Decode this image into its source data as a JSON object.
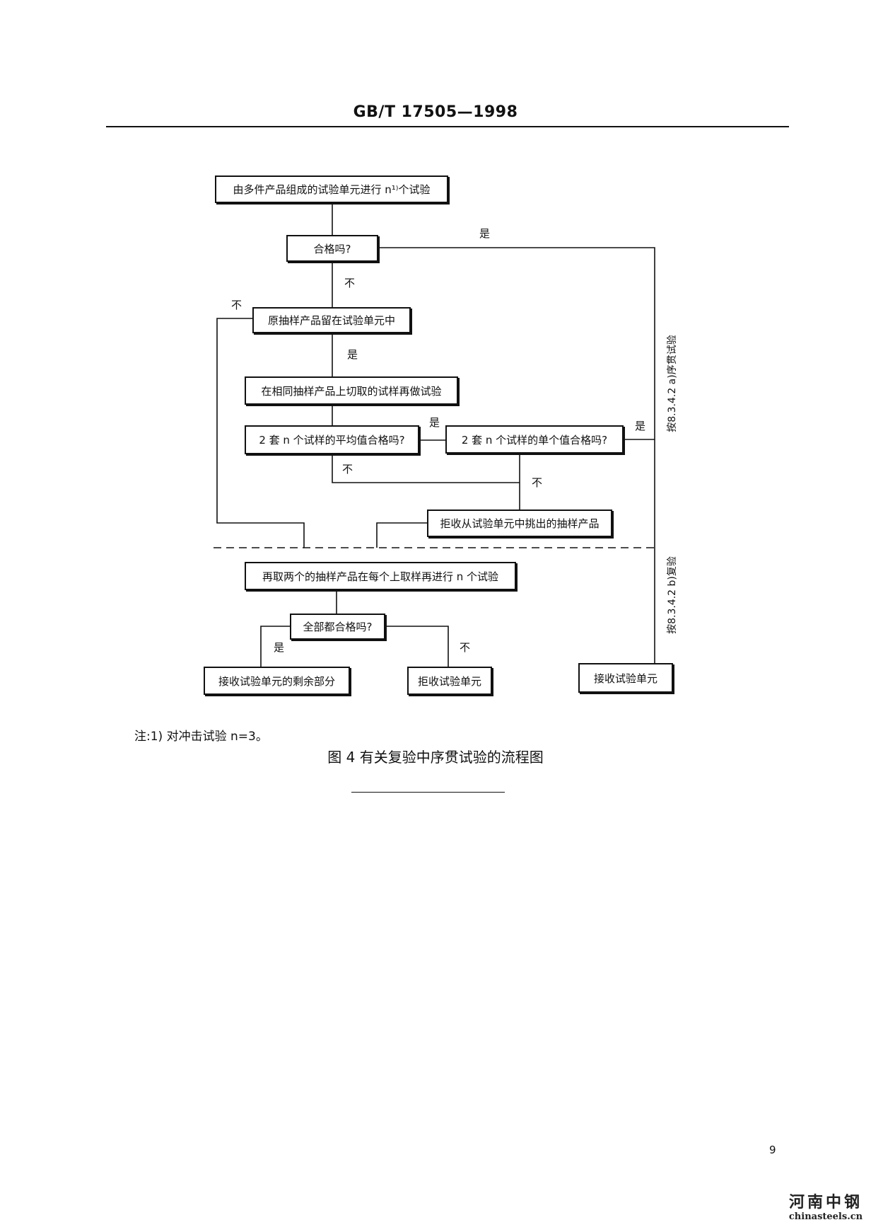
{
  "header": {
    "standard": "GB/T 17505—1998"
  },
  "flow": {
    "box_start": "由多件产品组成的试验单元进行 n¹⁾个试验",
    "box_pass": "合格吗?",
    "box_keep": "原抽样产品留在试验单元中",
    "box_retest": "在相同抽样产品上切取的试样再做试验",
    "box_avg": "2 套 n 个试样的平均值合格吗?",
    "box_single": "2 套 n 个试样的单个值合格吗?",
    "box_reject_sample": "拒收从试验单元中挑出的抽样产品",
    "box_retake": "再取两个的抽样产品在每个上取样再进行 n 个试验",
    "box_allpass": "全部都合格吗?",
    "box_accept_rest": "接收试验单元的剩余部分",
    "box_reject_unit": "拒收试验单元",
    "box_accept_unit": "接收试验单元",
    "yes": "是",
    "no": "不",
    "side_label_a": "按8.3.4.2 a)序贯试验",
    "side_label_b": "按8.3.4.2 b)复验"
  },
  "note": "注:1) 对冲击试验 n=3。",
  "caption": "图 4  有关复验中序贯试验的流程图",
  "page_number": "9",
  "watermark": {
    "logo": "河南中钢",
    "url": "chinasteels.cn"
  }
}
